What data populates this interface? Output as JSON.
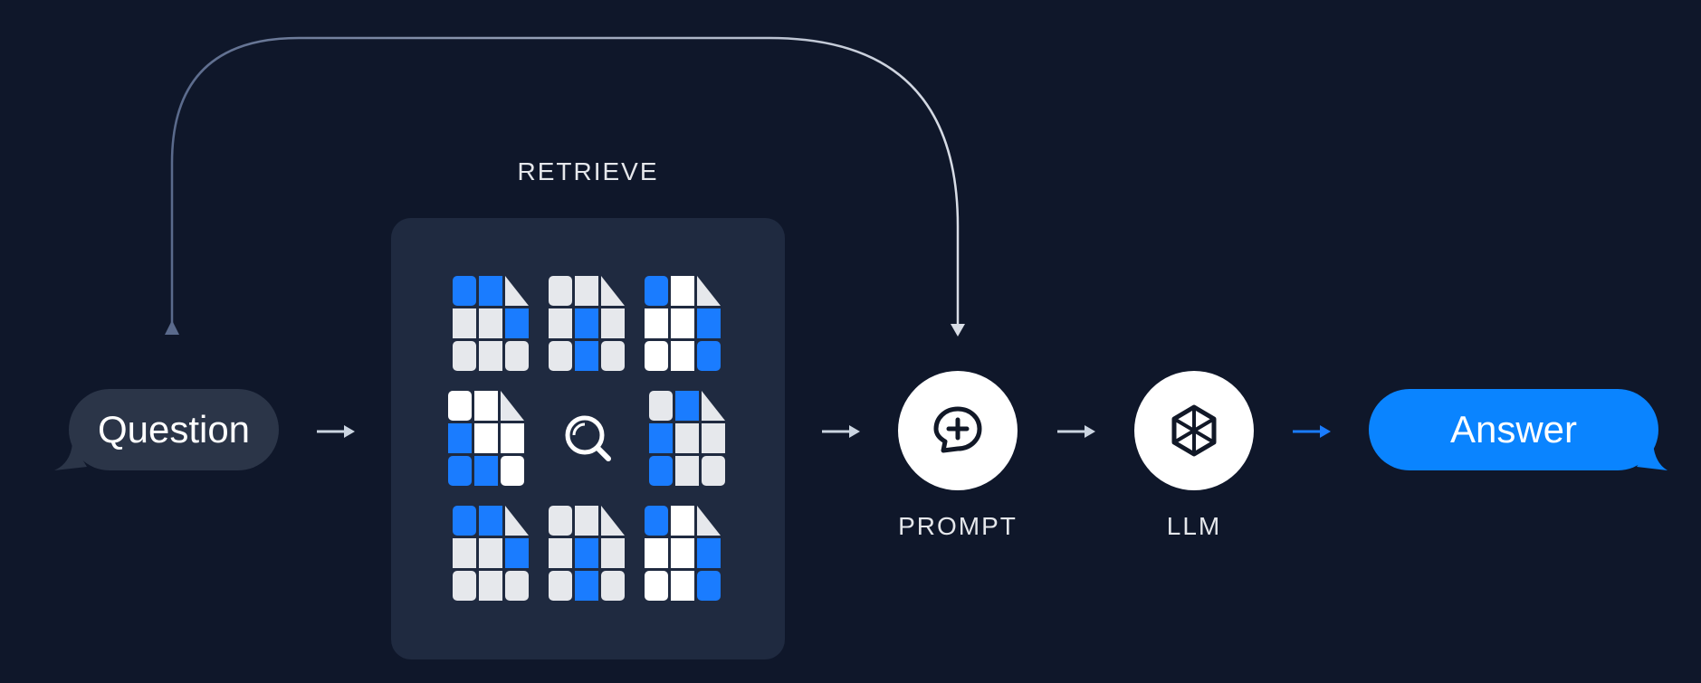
{
  "nodes": {
    "question": {
      "label": "Question"
    },
    "retrieve": {
      "label": "RETRIEVE"
    },
    "prompt": {
      "label": "PROMPT"
    },
    "llm": {
      "label": "LLM"
    },
    "answer": {
      "label": "Answer"
    }
  },
  "colors": {
    "background": "#0f172a",
    "panel": "#1f2a40",
    "question_bubble": "#2b3548",
    "answer_bubble": "#0a84ff",
    "accent_blue": "#1a7cff",
    "cell_light": "#e6e8ec",
    "arrow": "#cbd5e1"
  },
  "icons": {
    "prompt": "chat-plus-icon",
    "llm": "hexagon-network-icon",
    "search": "magnifier-icon",
    "documents": "table-document-icon"
  }
}
